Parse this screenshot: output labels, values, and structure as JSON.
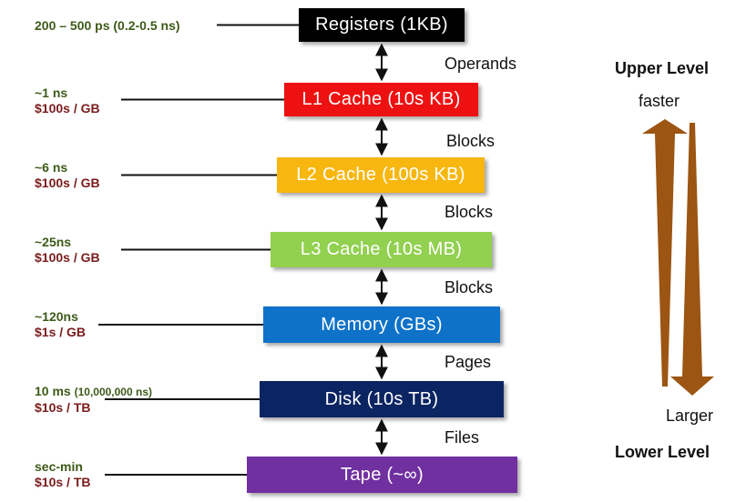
{
  "levels": [
    {
      "name": "Registers (1KB)",
      "latency": "200 – 500 ps (0.2-0.5 ns)",
      "latency_note": "",
      "cost": "",
      "color": "#000000"
    },
    {
      "name": "L1 Cache (10s KB)",
      "latency": "~1 ns",
      "latency_note": "",
      "cost": "$100s / GB",
      "color": "#ee1111"
    },
    {
      "name": "L2 Cache (100s KB)",
      "latency": "~6 ns",
      "latency_note": "",
      "cost": "$100s / GB",
      "color": "#f7b70f"
    },
    {
      "name": "L3 Cache (10s MB)",
      "latency": "~25ns",
      "latency_note": "",
      "cost": "$100s / GB",
      "color": "#92d050"
    },
    {
      "name": "Memory (GBs)",
      "latency": "~120ns",
      "latency_note": "",
      "cost": "$1s / GB",
      "color": "#0e72c8"
    },
    {
      "name": "Disk (10s TB)",
      "latency": "10 ms",
      "latency_note": "(10,000,000 ns)",
      "cost": "$10s / TB",
      "color": "#0b2462"
    },
    {
      "name": "Tape (~∞)",
      "latency": "sec-min",
      "latency_note": "",
      "cost": "$10s / TB",
      "color": "#7030a0"
    }
  ],
  "transfer_units": [
    "Operands",
    "Blocks",
    "Blocks",
    "Blocks",
    "Pages",
    "Files"
  ],
  "side_labels": {
    "upper": "Upper Level",
    "faster": "faster",
    "larger": "Larger",
    "lower": "Lower Level"
  },
  "colors": {
    "arrow": "#9c5512",
    "latency_text": "#3d5a18",
    "cost_text": "#7a1c1c"
  },
  "icons": {
    "up_arrow": "up-arrow-icon",
    "down_arrow": "down-arrow-icon"
  }
}
